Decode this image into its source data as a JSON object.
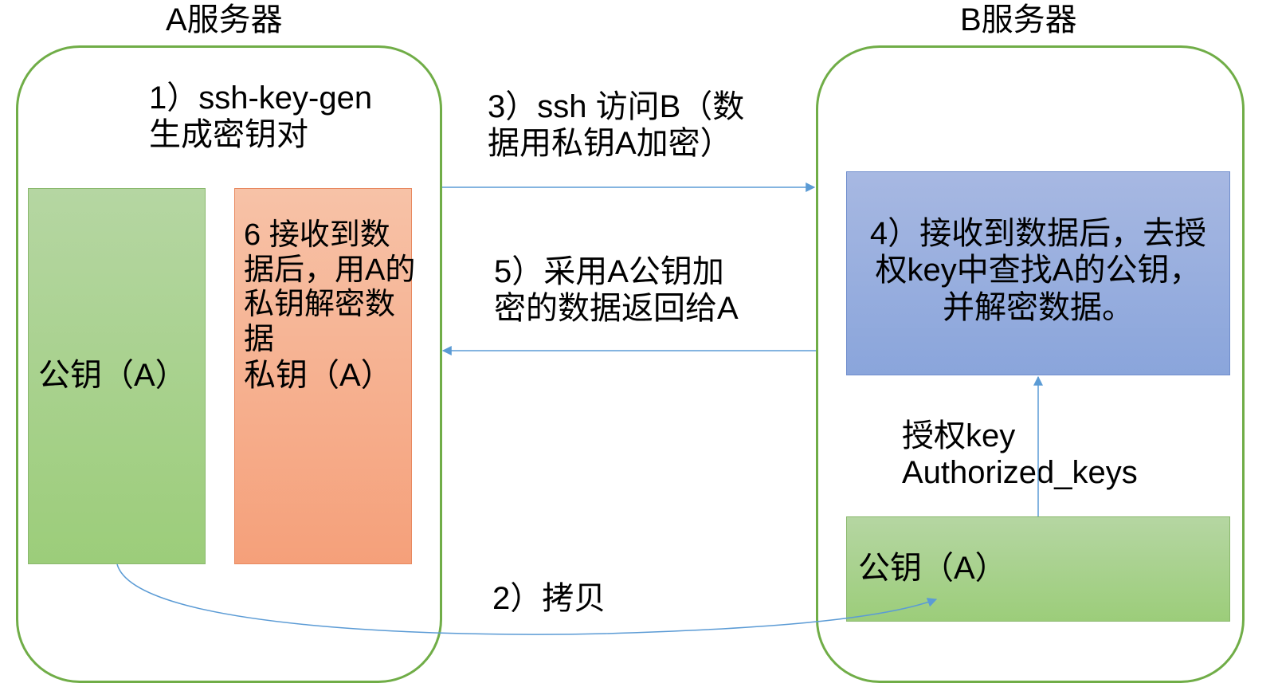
{
  "server_a": {
    "title": "A服务器",
    "step1": "1）ssh-key-gen\n生成密钥对",
    "public_key": "公钥（A）",
    "private_key_note": "6 接收到数\n据后，用A的\n私钥解密数\n据",
    "private_key": "私钥（A）"
  },
  "server_b": {
    "title": "B服务器",
    "step4": "4）接收到数据后，去授\n权key中查找A的公钥，\n并解密数据。",
    "authorized_keys_label": "授权key\nAuthorized_keys",
    "public_key": "公钥（A）"
  },
  "arrows": {
    "step3": "3）ssh 访问B（数\n据用私钥A加密）",
    "step5": "5）采用A公钥加\n密的数据返回给A",
    "step2": "2）拷贝"
  },
  "colors": {
    "server_border": "#70ad47",
    "arrow": "#5b9bd5",
    "public_key_fill": "#a9d18e",
    "private_key_fill": "#f4b183",
    "process_fill": "#8faadc"
  }
}
